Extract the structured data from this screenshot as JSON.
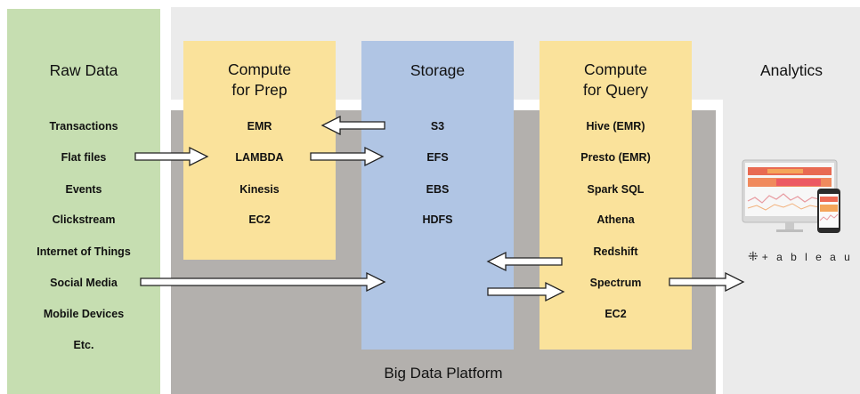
{
  "raw": {
    "title": "Raw Data",
    "items": [
      "Transactions",
      "Flat files",
      "Events",
      "Clickstream",
      "Internet of Things",
      "Social Media",
      "Mobile Devices",
      "Etc."
    ]
  },
  "prep": {
    "title_line1": "Compute",
    "title_line2": "for Prep",
    "items": [
      "EMR",
      "LAMBDA",
      "Kinesis",
      "EC2"
    ]
  },
  "storage": {
    "title": "Storage",
    "items": [
      "S3",
      "EFS",
      "EBS",
      "HDFS"
    ]
  },
  "query": {
    "title_line1": "Compute",
    "title_line2": "for Query",
    "items": [
      "Hive (EMR)",
      "Presto (EMR)",
      "Spark SQL",
      "Athena",
      "Redshift",
      "Spectrum",
      "EC2"
    ]
  },
  "analytics": {
    "title": "Analytics",
    "logo_text": "+ a b l e a u",
    "logo_mark": "⁜"
  },
  "platform_label": "Big Data Platform",
  "colors": {
    "raw": "#c6deb1",
    "compute": "#fae29b",
    "storage": "#b0c5e4",
    "platform": "#b3b0ad",
    "analytics": "#ebebeb"
  }
}
